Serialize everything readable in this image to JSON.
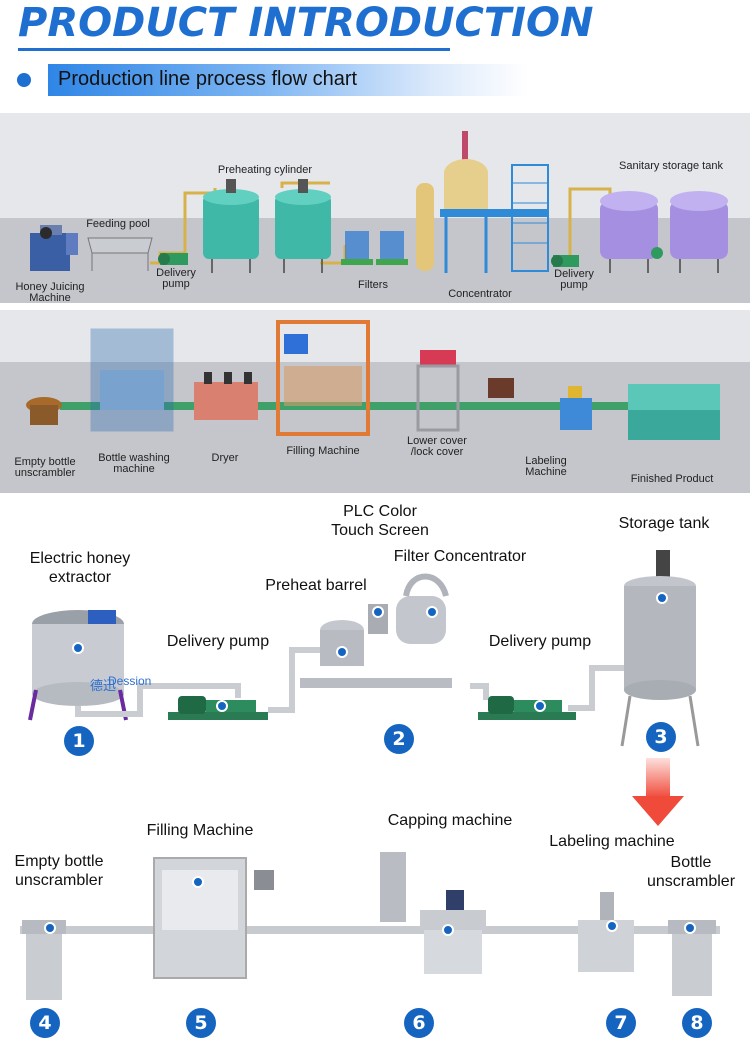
{
  "header": {
    "title": "PRODUCT INTRODUCTION",
    "subtitle": "Production line process flow chart"
  },
  "colors": {
    "accent": "#1e6fd0",
    "badge": "#1565c0",
    "arrow": "#f04a3a"
  },
  "upper_line": {
    "labels": [
      "Honey Juicing\nMachine",
      "Feeding pool",
      "Preheating cylinder",
      "Delivery\npump",
      "Filters",
      "Concentrator",
      "Delivery\npump",
      "Sanitary storage tank"
    ]
  },
  "middle_line": {
    "labels": [
      "Empty bottle\nunscrambler",
      "Bottle washing\nmachine",
      "Dryer",
      "Filling Machine",
      "Lower cover\n/lock cover",
      "Labeling\nMachine",
      "Finished Product"
    ]
  },
  "stage_one": {
    "labels": [
      "Electric honey\nextractor",
      "Delivery pump",
      "PLC Color\nTouch Screen",
      "Filter Concentrator",
      "Preheat barrel",
      "Delivery pump",
      "Storage tank"
    ],
    "brand": "Dession",
    "brand_cn": "德迅",
    "badges": [
      "1",
      "2",
      "3"
    ]
  },
  "stage_two": {
    "labels": [
      "Empty bottle\nunscrambler",
      "Filling Machine",
      "Capping machine",
      "Labeling machine",
      "Bottle\nunscrambler"
    ],
    "badges": [
      "4",
      "5",
      "6",
      "7",
      "8"
    ]
  }
}
